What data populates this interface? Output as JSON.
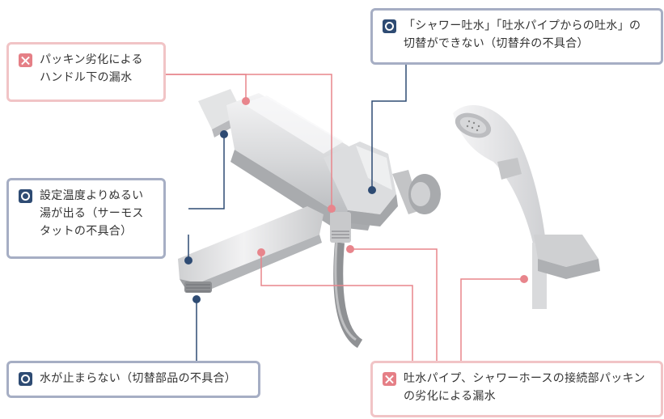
{
  "callouts": {
    "packing_handle": {
      "lines": [
        "パッキン劣化による",
        "ハンドル下の漏水"
      ],
      "marker": "x-icon"
    },
    "switch_fail": {
      "lines": [
        "「シャワー吐水」「吐水パイプからの吐水」の",
        "切替ができない（切替弁の不具合）"
      ],
      "marker": "circle-icon"
    },
    "lukewarm": {
      "lines": [
        "設定温度よりぬるい",
        "湯が出る（サーモス",
        "タットの不具合）"
      ],
      "marker": "circle-icon"
    },
    "no_stop": {
      "lines": [
        "水が止まらない（切替部品の不具合）"
      ],
      "marker": "circle-icon"
    },
    "joint_packing": {
      "lines": [
        "吐水パイプ、シャワーホースの接続部パッキン",
        "の劣化による漏水"
      ],
      "marker": "x-icon"
    }
  },
  "colors": {
    "blue": "#2e4b73",
    "blue_border": "#a6aec4",
    "pink": "#e57f86",
    "pink_border": "#f1c4c6",
    "pink_line": "#e8858c"
  }
}
